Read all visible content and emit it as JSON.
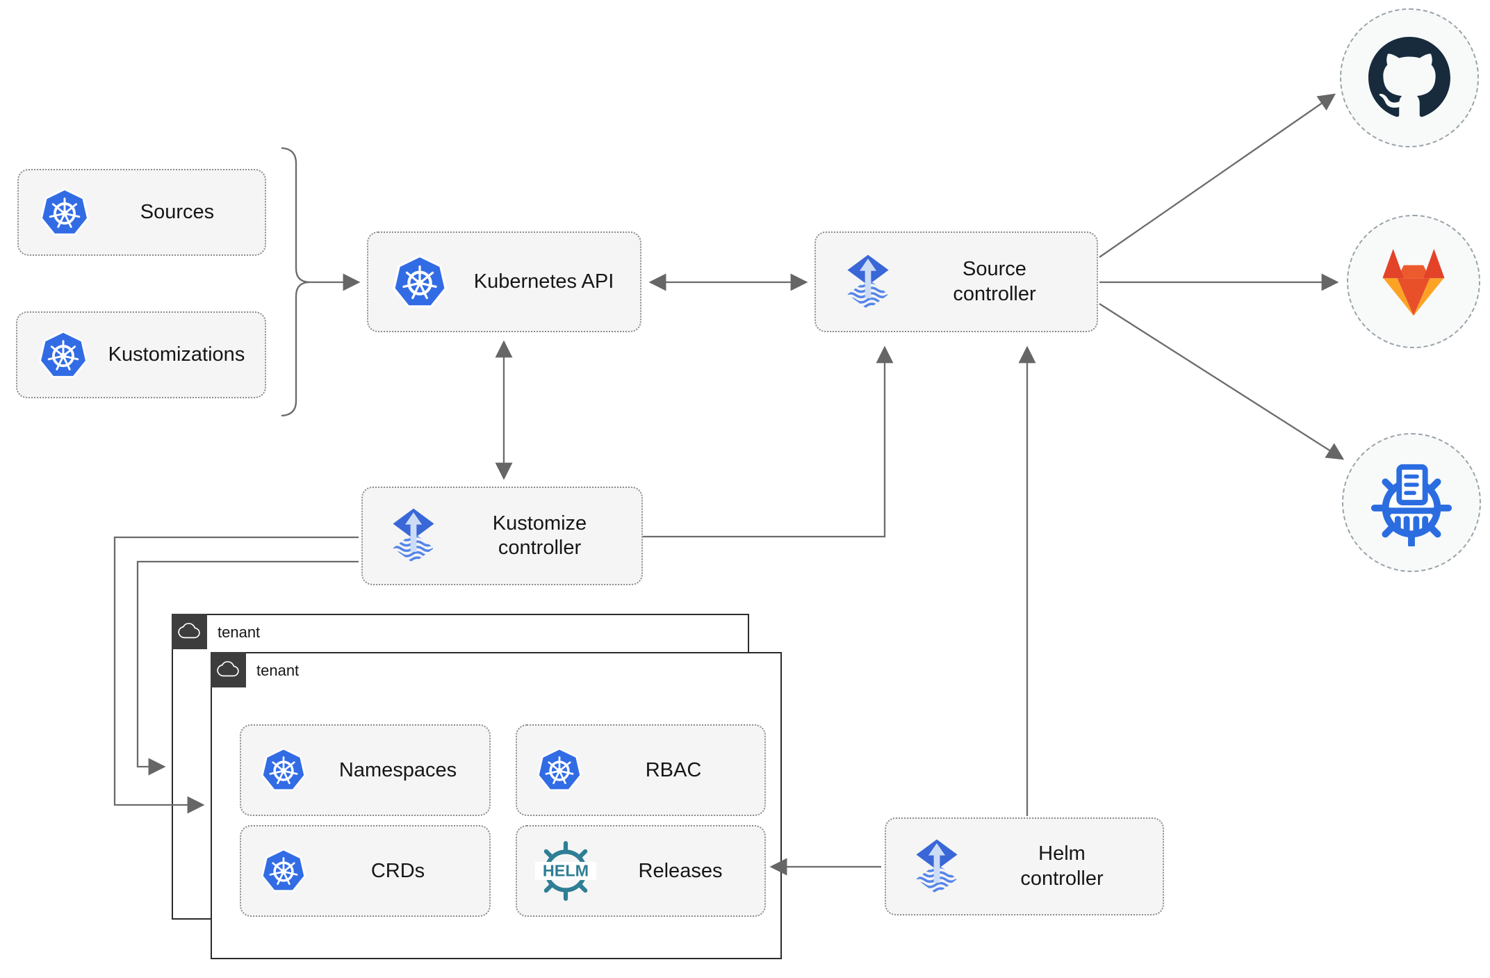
{
  "diagram": {
    "colors": {
      "node_fill": "#f5f5f5",
      "node_border": "#8c8c8c",
      "connector": "#666666",
      "tenant_border": "#2b2b2b",
      "tenant_tab_bg": "#3d3d3d",
      "kubernetes_blue": "#326ce5",
      "flux_blue": "#3a67d8",
      "flux_arrow_light": "#cddcf6",
      "helm_teal": "#2e7e95",
      "github_dark": "#182b3d",
      "gitlab_red": "#e24329",
      "gitlab_orange": "#fc6d26",
      "gitlab_yellow": "#fca326",
      "registry_blue": "#2b6de0"
    },
    "nodes": {
      "sources": {
        "label": "Sources",
        "icon": "kubernetes"
      },
      "kustomizations": {
        "label": "Kustomizations",
        "icon": "kubernetes"
      },
      "kubernetes_api": {
        "label": "Kubernetes API",
        "icon": "kubernetes"
      },
      "source_controller": {
        "label": "Source controller",
        "icon": "flux"
      },
      "kustomize_controller": {
        "label": "Kustomize controller",
        "icon": "flux"
      },
      "helm_controller": {
        "label": "Helm controller",
        "icon": "flux"
      },
      "namespaces": {
        "label": "Namespaces",
        "icon": "kubernetes"
      },
      "rbac": {
        "label": "RBAC",
        "icon": "kubernetes"
      },
      "crds": {
        "label": "CRDs",
        "icon": "kubernetes"
      },
      "releases": {
        "label": "Releases",
        "icon": "helm"
      }
    },
    "tenants": {
      "outer": {
        "label": "tenant"
      },
      "inner": {
        "label": "tenant"
      }
    },
    "external_systems": [
      {
        "icon": "github-logo"
      },
      {
        "icon": "gitlab-logo"
      },
      {
        "icon": "manifest-registry-logo"
      }
    ]
  }
}
